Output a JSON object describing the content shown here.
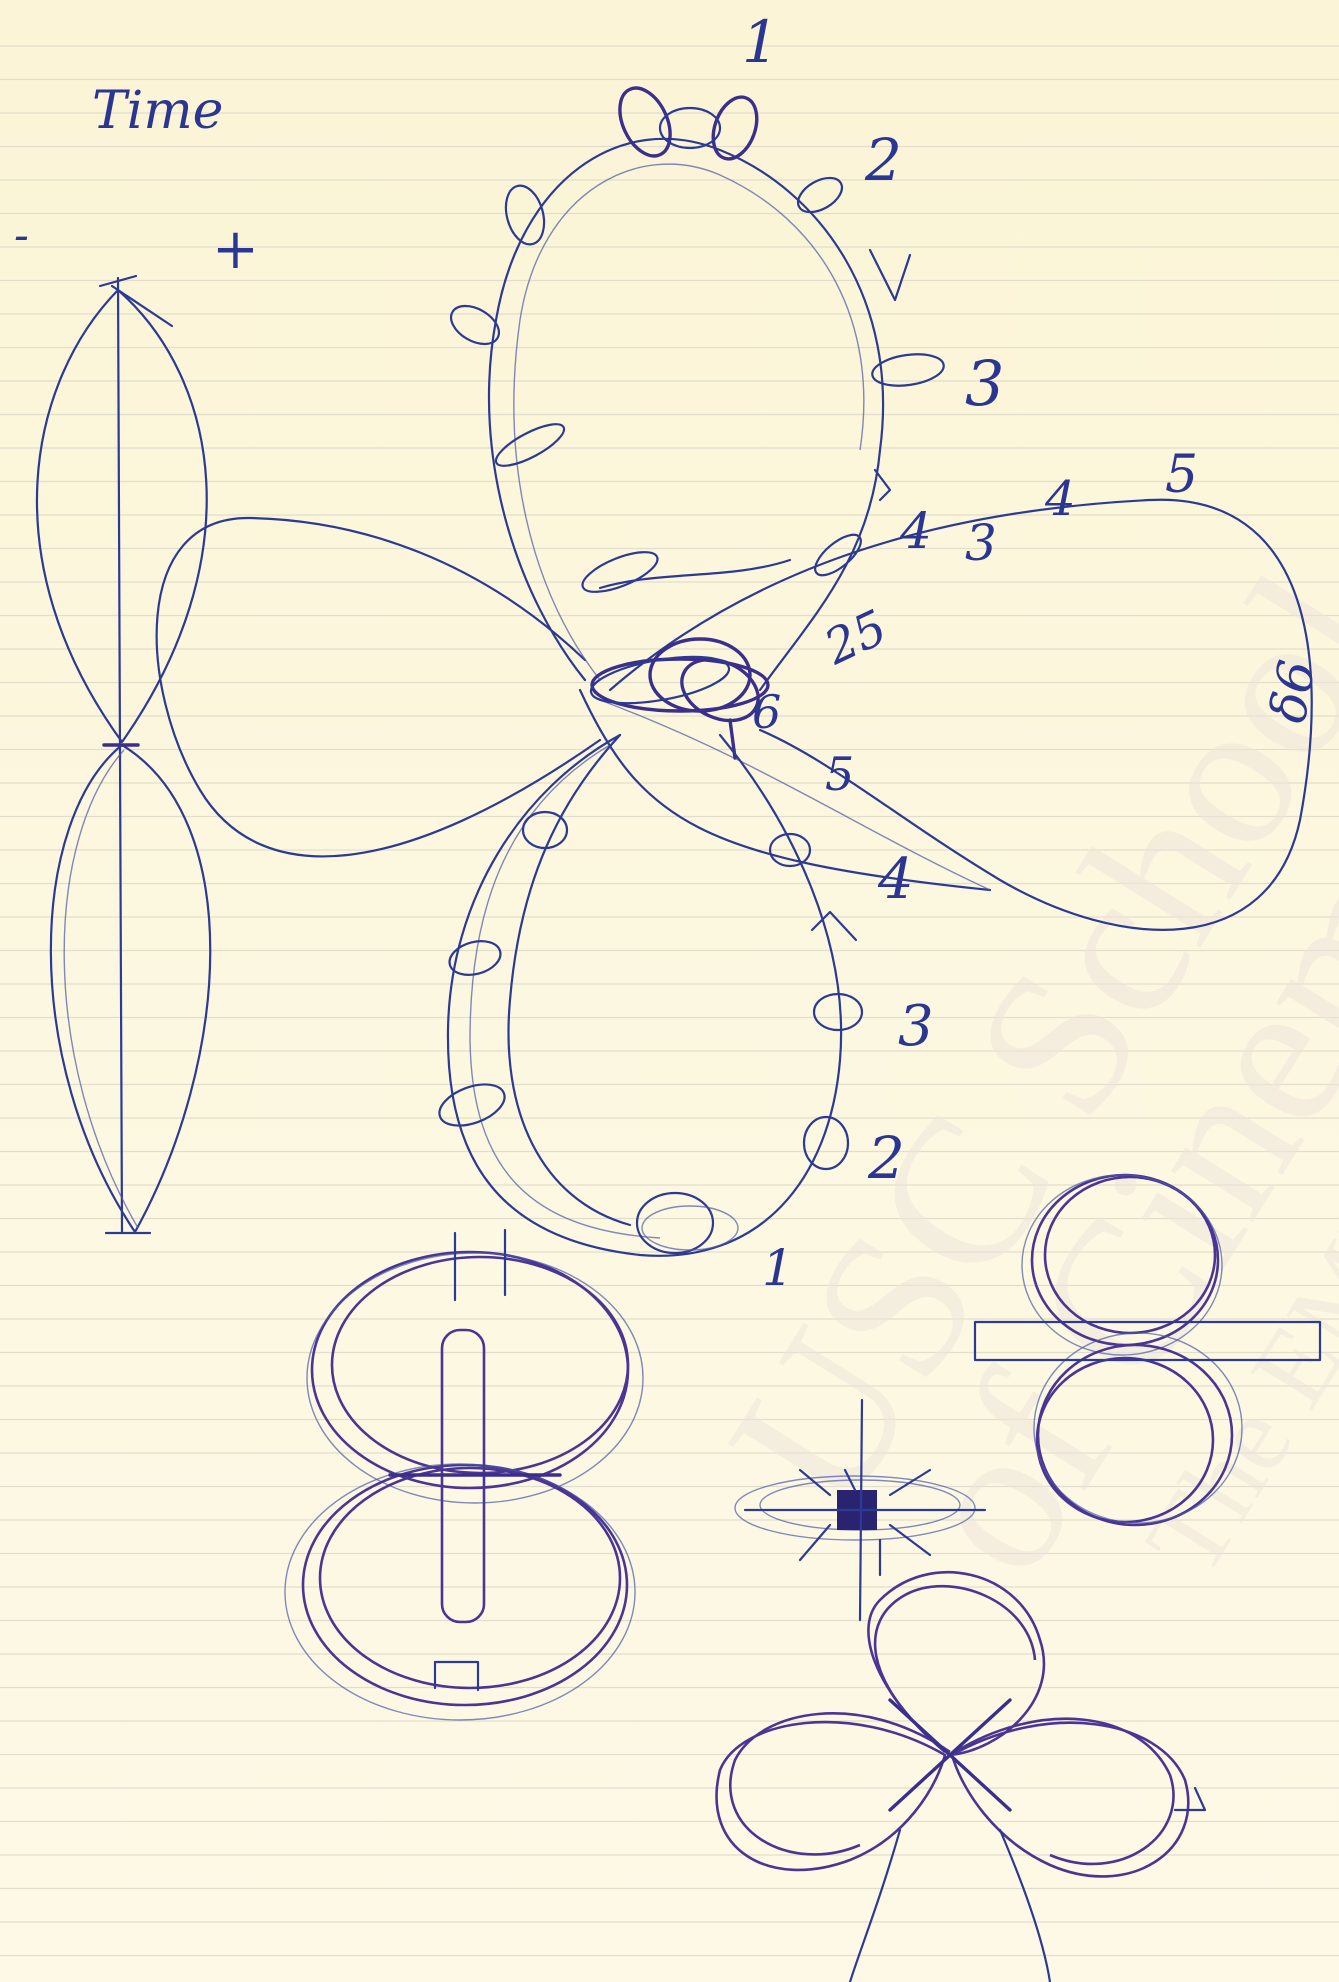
{
  "title_word": "Time",
  "sign_minus": "-",
  "sign_plus": "+",
  "numbers": {
    "top_1": "1",
    "right_2": "2",
    "right_3": "3",
    "mid_4": "4",
    "mid_3": "3",
    "lobe_4": "4",
    "lobe_5": "5",
    "lobe_25": "25",
    "lobe_end": "δ6",
    "center_6": "6",
    "center_5": "5",
    "low_4": "4",
    "low_3": "3",
    "low_2": "2",
    "bottom_1": "1"
  },
  "watermark": {
    "line1": "USC School",
    "line2": "of Cinema",
    "line3": "The EMH Fo"
  }
}
